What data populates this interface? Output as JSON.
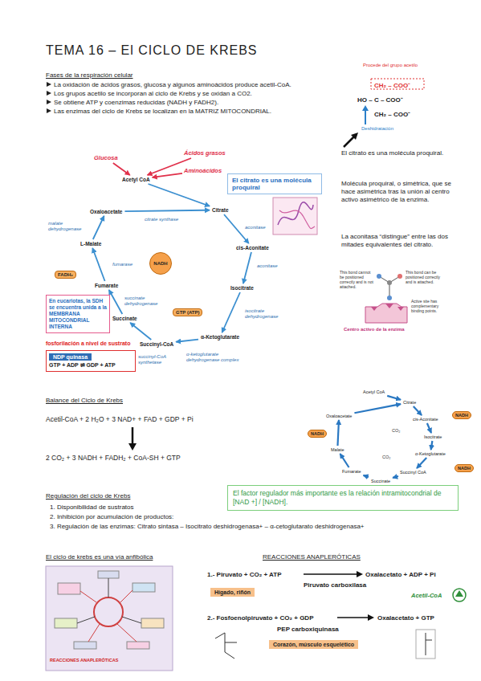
{
  "diagram": {
    "title": "TEMA 16 – El CICLO DE KREBS",
    "nodes": [
      {
        "text": [
          "El citrato es una molécula proquiral"
        ]
      },
      {
        "text": [
          "Glucosa"
        ]
      },
      {
        "text": [
          "Ácidos grasos"
        ]
      },
      {
        "text": [
          "Aminoácidos"
        ]
      },
      {
        "text": [
          "Acetyl CoA"
        ]
      },
      {
        "text": [
          "Citrate"
        ]
      },
      {
        "text": [
          "cis-Aconitate"
        ]
      },
      {
        "text": [
          "Isocitrate"
        ]
      },
      {
        "text": [
          "α-Ketoglutarate"
        ]
      },
      {
        "text": [
          "Succinyl-CoA"
        ]
      },
      {
        "text": [
          "Succinate"
        ]
      },
      {
        "text": [
          "Fumarate"
        ]
      },
      {
        "text": [
          "L-Malate"
        ]
      },
      {
        "text": [
          "Oxaloacetate"
        ]
      },
      {
        "text": [
          "NADH"
        ]
      },
      {
        "text": [
          "FADH₂"
        ]
      },
      {
        "text": [
          "GTP (ATP)"
        ]
      },
      {
        "text": [
          "En eucariotas, la SDH se encuentra unida a la MEMBRANA MITOCONDRIAL INTERNA"
        ]
      },
      {
        "text": [
          "NDP quinasa",
          "GTP + ADP ⇌ GDP + ATP"
        ]
      },
      {
        "text": [
          "Acetyl CoA"
        ]
      },
      {
        "text": [
          "Citrate"
        ]
      },
      {
        "text": [
          "cis-Aconitate"
        ]
      },
      {
        "text": [
          "Isocitrate"
        ]
      },
      {
        "text": [
          "α-Ketoglutarate"
        ]
      },
      {
        "text": [
          "Succinyl CoA"
        ]
      },
      {
        "text": [
          "Succinate"
        ]
      },
      {
        "text": [
          "Fumarate"
        ]
      },
      {
        "text": [
          "Malate"
        ]
      },
      {
        "text": [
          "Oxaloacetate"
        ]
      },
      {
        "text": [
          "NADH"
        ]
      },
      {
        "text": [
          "NADH"
        ]
      },
      {
        "text": [
          "NADH"
        ]
      },
      {
        "text": [
          "FADH₂"
        ]
      },
      {
        "text": [
          "GTP (ATP)"
        ]
      },
      {
        "text": [
          "El factor regulador más importante es la relación intramitocondrial de [NAD +] / [NADH]."
        ]
      },
      {
        "text": [
          "Hígado, riñón"
        ]
      },
      {
        "text": [
          "Corazón, músculo esquelético"
        ]
      }
    ],
    "edges": [
      {
        "from": 1,
        "to": 4,
        "arrow": "to"
      },
      {
        "from": 2,
        "to": 4,
        "arrow": "to"
      },
      {
        "from": 3,
        "to": 4,
        "arrow": "to"
      },
      {
        "from": 4,
        "to": 5,
        "arrow": "to"
      },
      {
        "from": 13,
        "to": 5,
        "arrow": "to"
      },
      {
        "from": 5,
        "to": 6,
        "arrow": "to"
      },
      {
        "from": 6,
        "to": 7,
        "arrow": "to"
      },
      {
        "from": 7,
        "to": 8,
        "arrow": "to"
      },
      {
        "from": 8,
        "to": 9,
        "arrow": "to"
      },
      {
        "from": 9,
        "to": 10,
        "arrow": "to"
      },
      {
        "from": 10,
        "to": 11,
        "arrow": "to"
      },
      {
        "from": 11,
        "to": 12,
        "arrow": "to"
      },
      {
        "from": 12,
        "to": 13,
        "arrow": "to"
      },
      {
        "from": 19,
        "to": 20,
        "arrow": "to"
      },
      {
        "from": 28,
        "to": 20,
        "arrow": "to"
      },
      {
        "from": 20,
        "to": 21,
        "arrow": "to"
      },
      {
        "from": 21,
        "to": 22,
        "arrow": "to"
      },
      {
        "from": 22,
        "to": 23,
        "arrow": "to"
      },
      {
        "from": 23,
        "to": 24,
        "arrow": "to"
      },
      {
        "from": 24,
        "to": 25,
        "arrow": "to"
      },
      {
        "from": 25,
        "to": 26,
        "arrow": "to"
      },
      {
        "from": 26,
        "to": 27,
        "arrow": "to"
      },
      {
        "from": 27,
        "to": 28,
        "arrow": "to"
      }
    ],
    "labels": [
      "Fases de la respiración celular",
      "La oxidación de ácidos grasos, glucosa y algunos aminoácidos produce acetil-CoA.",
      "Los grupos acetilo se incorporan al ciclo de Krebs y se oxidan a CO2.",
      "Se obtiene ATP y coenzimas reducidas (NADH y FADH2).",
      "Las enzimas del ciclo de Krebs se localizan en la MATRIZ MITOCONDRIAL.",
      "Procede del grupo acetilo",
      "CH₂ – COO⁻",
      "HO – C – COO⁻",
      "CH₂ – COO⁻",
      "Deshidratación",
      "El citrato es una molécula proquiral.",
      "Molécula proquiral, o simétrica, que se hace asimétrica tras la unión al centro activo asimétrico de la enzima.",
      "La aconitasa “distingue” entre las dos mitades equivalentes del citrato.",
      "This bond cannot be positioned correctly and is not attached.",
      "This bond can be positioned correctly and is attached.",
      "Active site has complementary binding points.",
      "Centro activo de la enzima",
      "citrate synthase",
      "aconitase",
      "aconitase",
      "isocitrate dehydrogenase",
      "α-ketoglutarate dehydrogenase complex",
      "succinyl-CoA synthetase",
      "succinate dehydrogenase",
      "fumarase",
      "malate dehydrogenase",
      "fosforilación a nivel de sustrato",
      "Balance del Ciclo de Krebs",
      "Acetil-CoA + 2 H₂O + 3 NAD+ + FAD + GDP + Pi",
      "2 CO₂ + 3 NADH + FADH₂ + CoA-SH + GTP",
      "CO₂",
      "CO₂",
      "Regulación del ciclo de Krebs",
      "1. Disponibilidad de sustratos",
      "2. Inhibición por acumulación de productos:",
      "3. Regulación de las enzimas: Citrato sintasa – Isocitrato deshidrogenasa+ – α-cetoglutarato deshidrogenasa+",
      "El ciclo de krebs es una vía anfibólica",
      "REACCIONES ANAPLERÓTICAS",
      "REACCIONES ANAPLERÓTICAS",
      "1.- Piruvato + CO₂ + ATP",
      "Oxalacetato + ADP + Pi",
      "Piruvato carboxilasa",
      "Acetil-CoA",
      "2.- Fosfoenolpiruvato + CO₂ + GDP",
      "Oxalacetato + GTP",
      "PEP carboxiquinasa"
    ]
  }
}
